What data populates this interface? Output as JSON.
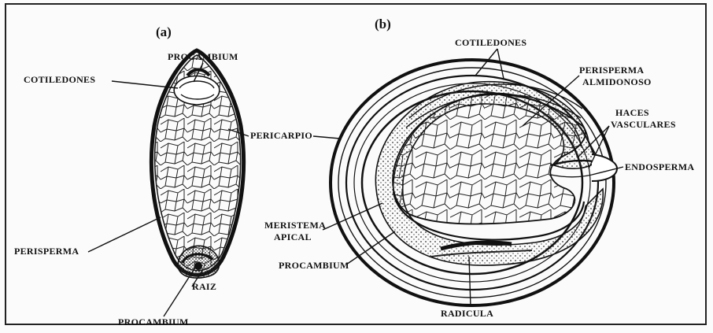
{
  "panels": {
    "a": {
      "letter": "(a)",
      "labels": {
        "procambium_top": "PROCAMBIUM",
        "cotiledones": "COTILEDONES",
        "pericarpio": "PERICARPIO",
        "perisperma": "PERISPERMA",
        "raiz": "RAIZ",
        "procambium_bottom": "PROCAMBIUM"
      }
    },
    "b": {
      "letter": "(b)",
      "labels": {
        "cotiledones": "COTILEDONES",
        "perisperma_l1": "PERISPERMA",
        "perisperma_l2": "ALMIDONOSO",
        "haces_l1": "HACES",
        "haces_l2": "VASCULARES",
        "endosperma": "ENDOSPERMA",
        "meristema_l1": "MERISTEMA",
        "meristema_l2": "APICAL",
        "procambium": "PROCAMBIUM",
        "radicula": "RADICULA"
      }
    }
  }
}
